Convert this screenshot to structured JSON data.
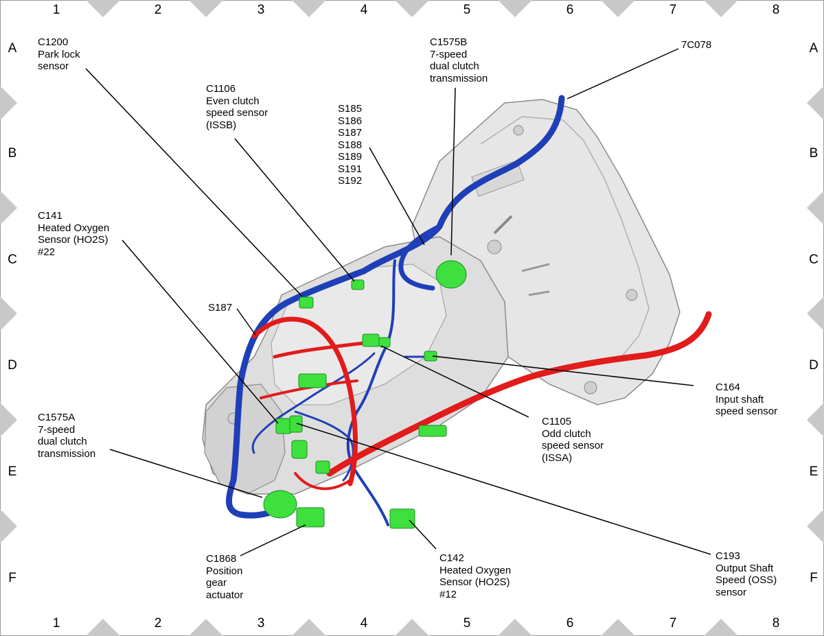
{
  "grid": {
    "columns": [
      "1",
      "2",
      "3",
      "4",
      "5",
      "6",
      "7",
      "8"
    ],
    "rows": [
      "A",
      "B",
      "C",
      "D",
      "E",
      "F"
    ]
  },
  "labels": {
    "c1200": "C1200\nPark lock\nsensor",
    "c1106": "C1106\nEven clutch\nspeed sensor\n(ISSB)",
    "splices": "S185\nS186\nS187\nS188\nS189\nS191\nS192",
    "c1575b": "C1575B\n7-speed\ndual clutch\ntransmission",
    "c7c078": "7C078",
    "c141": "C141\nHeated Oxygen\nSensor (HO2S)\n#22",
    "s187": "S187",
    "c164": "C164\nInput shaft\nspeed sensor",
    "c1105": "C1105\nOdd clutch\nspeed sensor\n(ISSA)",
    "c1575a": "C1575A\n7-speed\ndual clutch\ntransmission",
    "c1868": "C1868\nPosition\ngear\nactuator",
    "c142": "C142\nHeated Oxygen\nSensor (HO2S)\n#12",
    "c193": "C193\nOutput Shaft\nSpeed (OSS)\nsensor"
  },
  "colors": {
    "harness_blue": "#1f3fb8",
    "harness_red": "#e21b1b",
    "connector_green": "#3ee03e",
    "housing": "#e6e6e6",
    "border_marker": "#c8c8c8"
  }
}
